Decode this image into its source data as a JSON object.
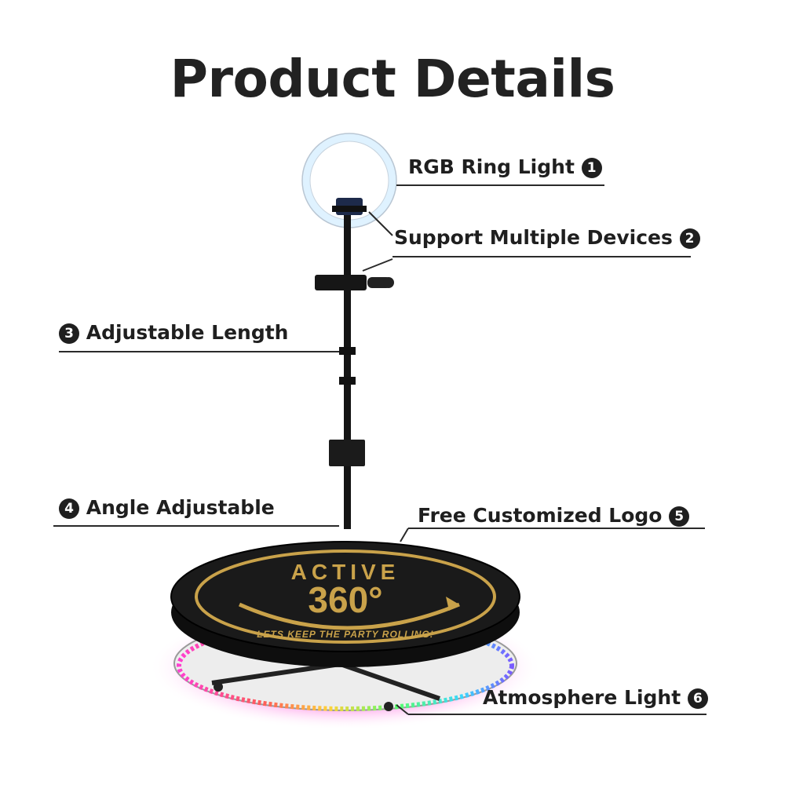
{
  "title": "Product Details",
  "features": [
    {
      "num": "1",
      "label": "RGB Ring Light"
    },
    {
      "num": "2",
      "label": "Support Multiple Devices"
    },
    {
      "num": "3",
      "label": "Adjustable Length"
    },
    {
      "num": "4",
      "label": "Angle Adjustable"
    },
    {
      "num": "5",
      "label": "Free Customized Logo"
    },
    {
      "num": "6",
      "label": "Atmosphere Light"
    }
  ],
  "logo": {
    "brand": "ACTIVE",
    "number": "360°",
    "tagline": "LETS KEEP THE PARTY ROLLING!"
  },
  "colors": {
    "gold": "#c9a24a",
    "platform": "#1a1a1a",
    "text": "#1f1f1f"
  }
}
